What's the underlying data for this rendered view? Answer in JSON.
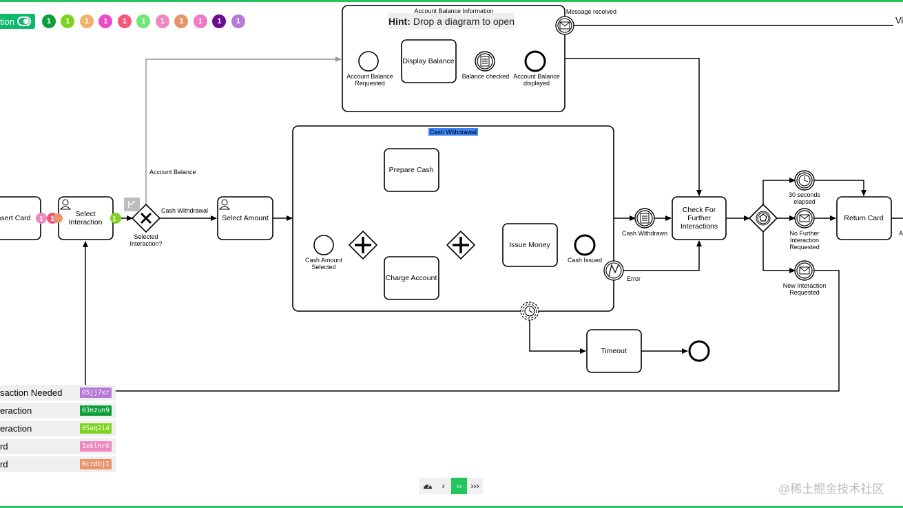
{
  "toolbar": {
    "simulation_toggle_label": "tion",
    "token_counts": [
      {
        "count": "1",
        "color": "#0f9d3a"
      },
      {
        "count": "1",
        "color": "#7ed321"
      },
      {
        "count": "1",
        "color": "#f0b36b"
      },
      {
        "count": "1",
        "color": "#e94cc4"
      },
      {
        "count": "1",
        "color": "#f4577b"
      },
      {
        "count": "1",
        "color": "#6ee67a"
      },
      {
        "count": "1",
        "color": "#f088c0"
      },
      {
        "count": "1",
        "color": "#e8956e"
      },
      {
        "count": "1",
        "color": "#f07ac8"
      },
      {
        "count": "1",
        "color": "#6a0d8d"
      },
      {
        "count": "1",
        "color": "#b57ad6"
      }
    ]
  },
  "hint": {
    "bold": "Hint:",
    "text": "Drop a diagram to open"
  },
  "diagram": {
    "subprocess_balance_title": "Account Balance Information",
    "subprocess_cash_title": "Cash Withdrawal",
    "message_received": "Message received",
    "tasks": {
      "insert_card": "nsert Card",
      "select_interaction": [
        "Select",
        "Interaction"
      ],
      "select_amount": "Select Amount",
      "display_balance": "Display Balance",
      "prepare_cash": "Prepare Cash",
      "charge_account": "Charge Account",
      "issue_money": "Issue Money",
      "check_further": [
        "Check For",
        "Further",
        "Interactions"
      ],
      "return_card": "Return Card",
      "timeout": "Timeout"
    },
    "labels": {
      "account_balance_requested": [
        "Account Balance",
        "Requested"
      ],
      "balance_checked": "Balance checked",
      "account_balance_displayed": [
        "Account Balance",
        "displayed"
      ],
      "account_balance_flow": "Account Balance",
      "cash_withdrawal_flow": "Cash Withdrawal",
      "selected_interaction": [
        "Selected",
        "Interaction?"
      ],
      "cash_amount_selected": [
        "Cash Amount",
        "Selected"
      ],
      "cash_issued": "Cash Issued",
      "cash_withdrawn": "Cash Withdrawn",
      "error": "Error",
      "thirty_seconds": [
        "30 seconds",
        "elapsed"
      ],
      "no_further": [
        "No Further",
        "Interaction",
        "Requested"
      ],
      "new_interaction": [
        "New Interaction",
        "Requested"
      ],
      "right_cut_top": "Vi",
      "right_cut_mid": "A"
    },
    "badges": {
      "gateway_tokens": [
        "1",
        "1",
        "1"
      ],
      "gateway_token_colors": [
        "#f088c0",
        "#f4577b",
        "#e8956e"
      ],
      "flow_token": "1",
      "flow_token_color": "#7ed321"
    }
  },
  "log": [
    {
      "name": "saction Needed",
      "id": "05jj7xr",
      "color": "#b57ad6"
    },
    {
      "name": "eraction",
      "id": "03nzun9",
      "color": "#0f9d3a"
    },
    {
      "name": "eraction",
      "id": "05aq2i4",
      "color": "#7ed321"
    },
    {
      "name": "rd",
      "id": "1xklnr6",
      "color": "#f088c0"
    },
    {
      "name": "rd",
      "id": "0crdbj1",
      "color": "#e8956e"
    }
  ],
  "controls": {
    "reset_icon": "speedometer-icon",
    "step": "›",
    "play": "››",
    "fast": "›››"
  },
  "watermark": "@稀土掘金技术社区"
}
